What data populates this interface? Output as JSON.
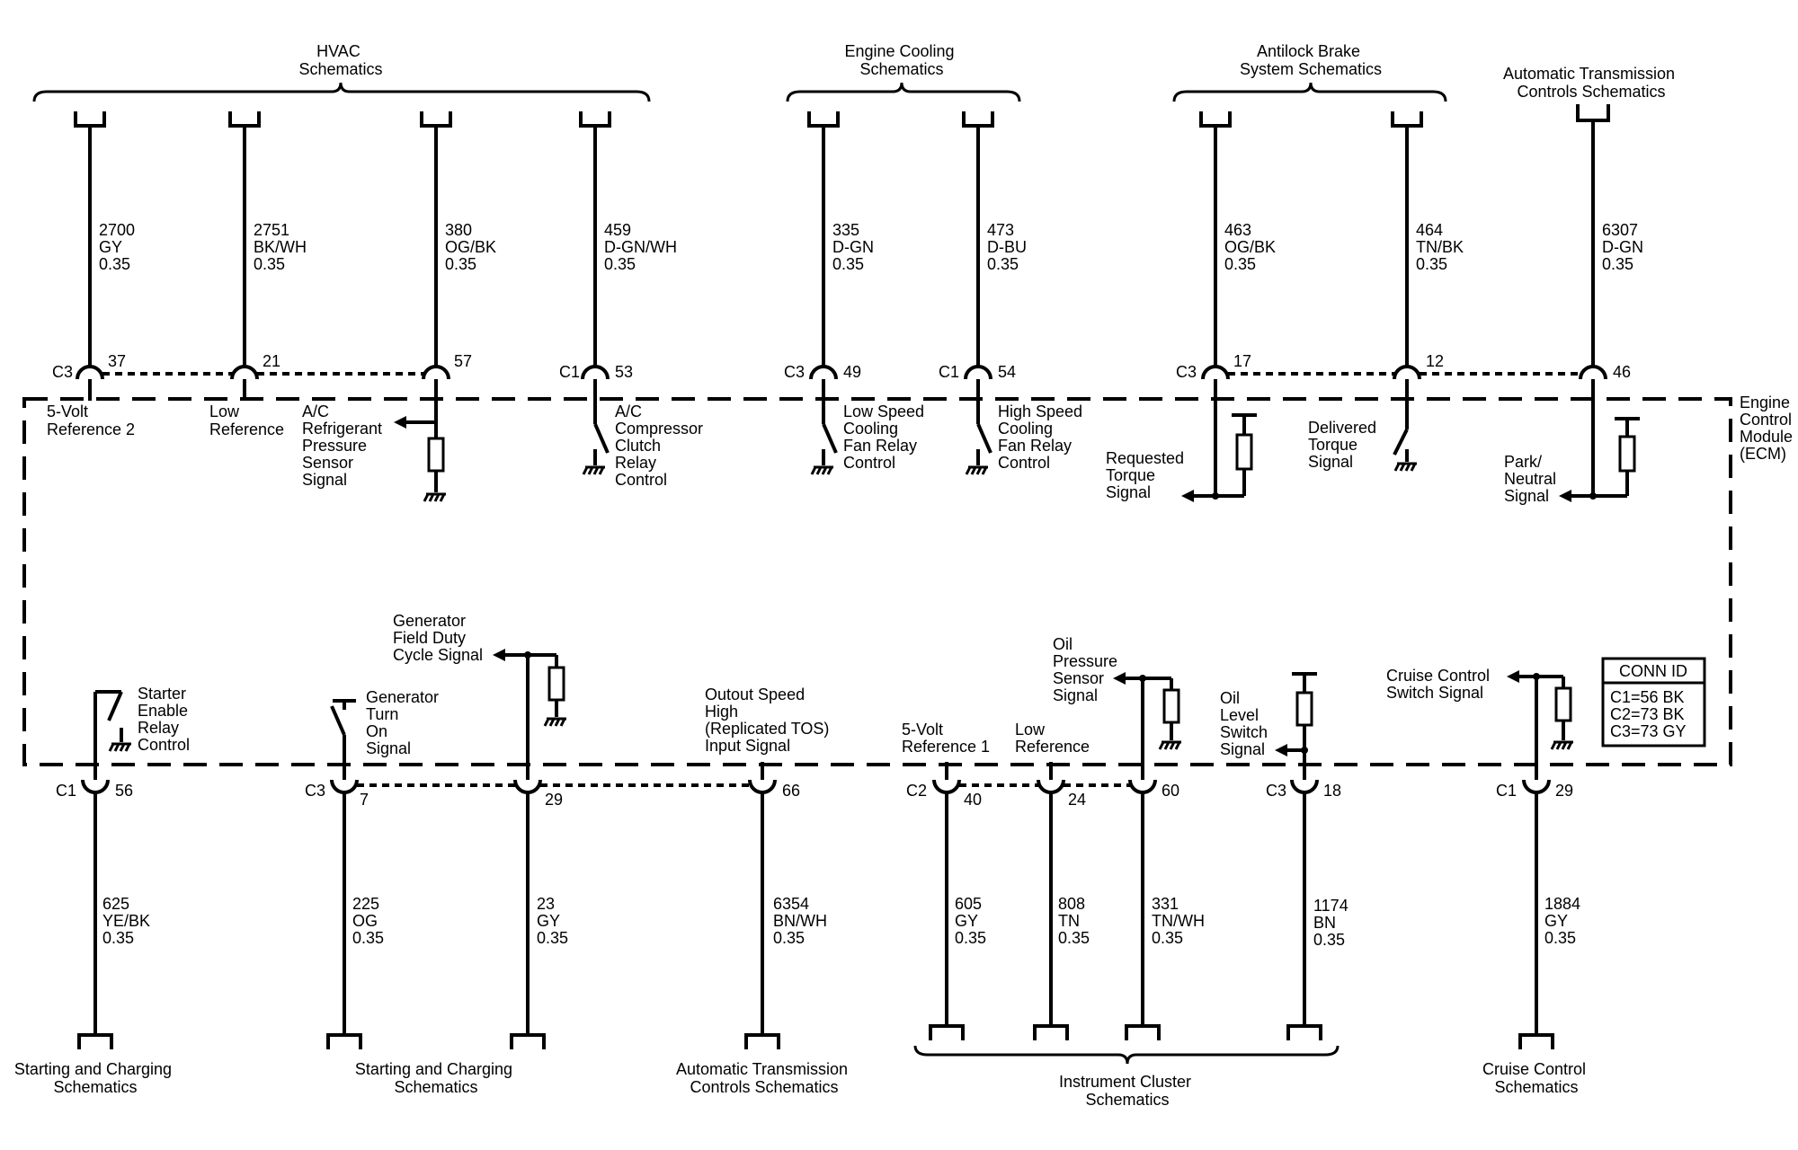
{
  "groups": {
    "hvac": [
      "HVAC",
      "Schematics"
    ],
    "engine_cooling": [
      "Engine Cooling",
      "Schematics"
    ],
    "abs": [
      "Antilock Brake",
      "System Schematics"
    ],
    "trans_top": [
      "Automatic Transmission",
      "Controls Schematics"
    ],
    "start_charge_1": [
      "Starting and Charging",
      "Schematics"
    ],
    "start_charge_2": [
      "Starting and Charging",
      "Schematics"
    ],
    "trans_bottom": [
      "Automatic Transmission",
      "Controls Schematics"
    ],
    "instrument": [
      "Instrument Cluster",
      "Schematics"
    ],
    "cruise": [
      "Cruise Control",
      "Schematics"
    ]
  },
  "ecm_label": [
    "Engine",
    "Control",
    "Module",
    "(ECM)"
  ],
  "conn_id": {
    "title": "CONN ID",
    "lines": [
      "C1=56 BK",
      "C2=73 BK",
      "C3=73 GY"
    ]
  },
  "top_circuits": [
    {
      "connector": "C3",
      "pin": "37",
      "wire": [
        "2700",
        "GY",
        "0.35"
      ],
      "function": [
        "5-Volt",
        "Reference 2"
      ]
    },
    {
      "connector": "",
      "pin": "21",
      "wire": [
        "2751",
        "BK/WH",
        "0.35"
      ],
      "function": [
        "Low",
        "Reference"
      ]
    },
    {
      "connector": "",
      "pin": "57",
      "wire": [
        "380",
        "OG/BK",
        "0.35"
      ],
      "function": [
        "A/C",
        "Refrigerant",
        "Pressure",
        "Sensor",
        "Signal"
      ]
    },
    {
      "connector": "C1",
      "pin": "53",
      "wire": [
        "459",
        "D-GN/WH",
        "0.35"
      ],
      "function": [
        "A/C",
        "Compressor",
        "Clutch",
        "Relay",
        "Control"
      ]
    },
    {
      "connector": "C3",
      "pin": "49",
      "wire": [
        "335",
        "D-GN",
        "0.35"
      ],
      "function": [
        "Low Speed",
        "Cooling",
        "Fan Relay",
        "Control"
      ]
    },
    {
      "connector": "C1",
      "pin": "54",
      "wire": [
        "473",
        "D-BU",
        "0.35"
      ],
      "function": [
        "High Speed",
        "Cooling",
        "Fan Relay",
        "Control"
      ]
    },
    {
      "connector": "C3",
      "pin": "17",
      "wire": [
        "463",
        "OG/BK",
        "0.35"
      ],
      "function": [
        "Requested",
        "Torque",
        "Signal"
      ]
    },
    {
      "connector": "",
      "pin": "12",
      "wire": [
        "464",
        "TN/BK",
        "0.35"
      ],
      "function": [
        "Delivered",
        "Torque",
        "Signal"
      ]
    },
    {
      "connector": "",
      "pin": "46",
      "wire": [
        "6307",
        "D-GN",
        "0.35"
      ],
      "function": [
        "Park/",
        "Neutral",
        "Signal"
      ]
    }
  ],
  "bottom_circuits": [
    {
      "connector": "C1",
      "pin": "56",
      "wire": [
        "625",
        "YE/BK",
        "0.35"
      ],
      "function": [
        "Starter",
        "Enable",
        "Relay",
        "Control"
      ]
    },
    {
      "connector": "C3",
      "pin": "7",
      "wire": [
        "225",
        "OG",
        "0.35"
      ],
      "function": [
        "Generator",
        "Turn",
        "On",
        "Signal"
      ]
    },
    {
      "connector": "",
      "pin": "29",
      "wire": [
        "23",
        "GY",
        "0.35"
      ],
      "function": [
        "Generator",
        "Field Duty",
        "Cycle Signal"
      ]
    },
    {
      "connector": "",
      "pin": "66",
      "wire": [
        "6354",
        "BN/WH",
        "0.35"
      ],
      "function": [
        "Outout Speed",
        "High",
        "(Replicated TOS)",
        "Input Signal"
      ]
    },
    {
      "connector": "C2",
      "pin": "40",
      "wire": [
        "605",
        "GY",
        "0.35"
      ],
      "function": [
        "5-Volt",
        "Reference 1"
      ]
    },
    {
      "connector": "",
      "pin": "24",
      "wire": [
        "808",
        "TN",
        "0.35"
      ],
      "function": [
        "Low",
        "Reference"
      ]
    },
    {
      "connector": "",
      "pin": "60",
      "wire": [
        "331",
        "TN/WH",
        "0.35"
      ],
      "function": [
        "Oil",
        "Pressure",
        "Sensor",
        "Signal"
      ]
    },
    {
      "connector": "C3",
      "pin": "18",
      "wire": [
        "1174",
        "BN",
        "0.35"
      ],
      "function": [
        "Oil",
        "Level",
        "Switch",
        "Signal"
      ]
    },
    {
      "connector": "C1",
      "pin": "29",
      "wire": [
        "1884",
        "GY",
        "0.35"
      ],
      "function": [
        "Cruise Control",
        "Switch Signal"
      ]
    }
  ]
}
